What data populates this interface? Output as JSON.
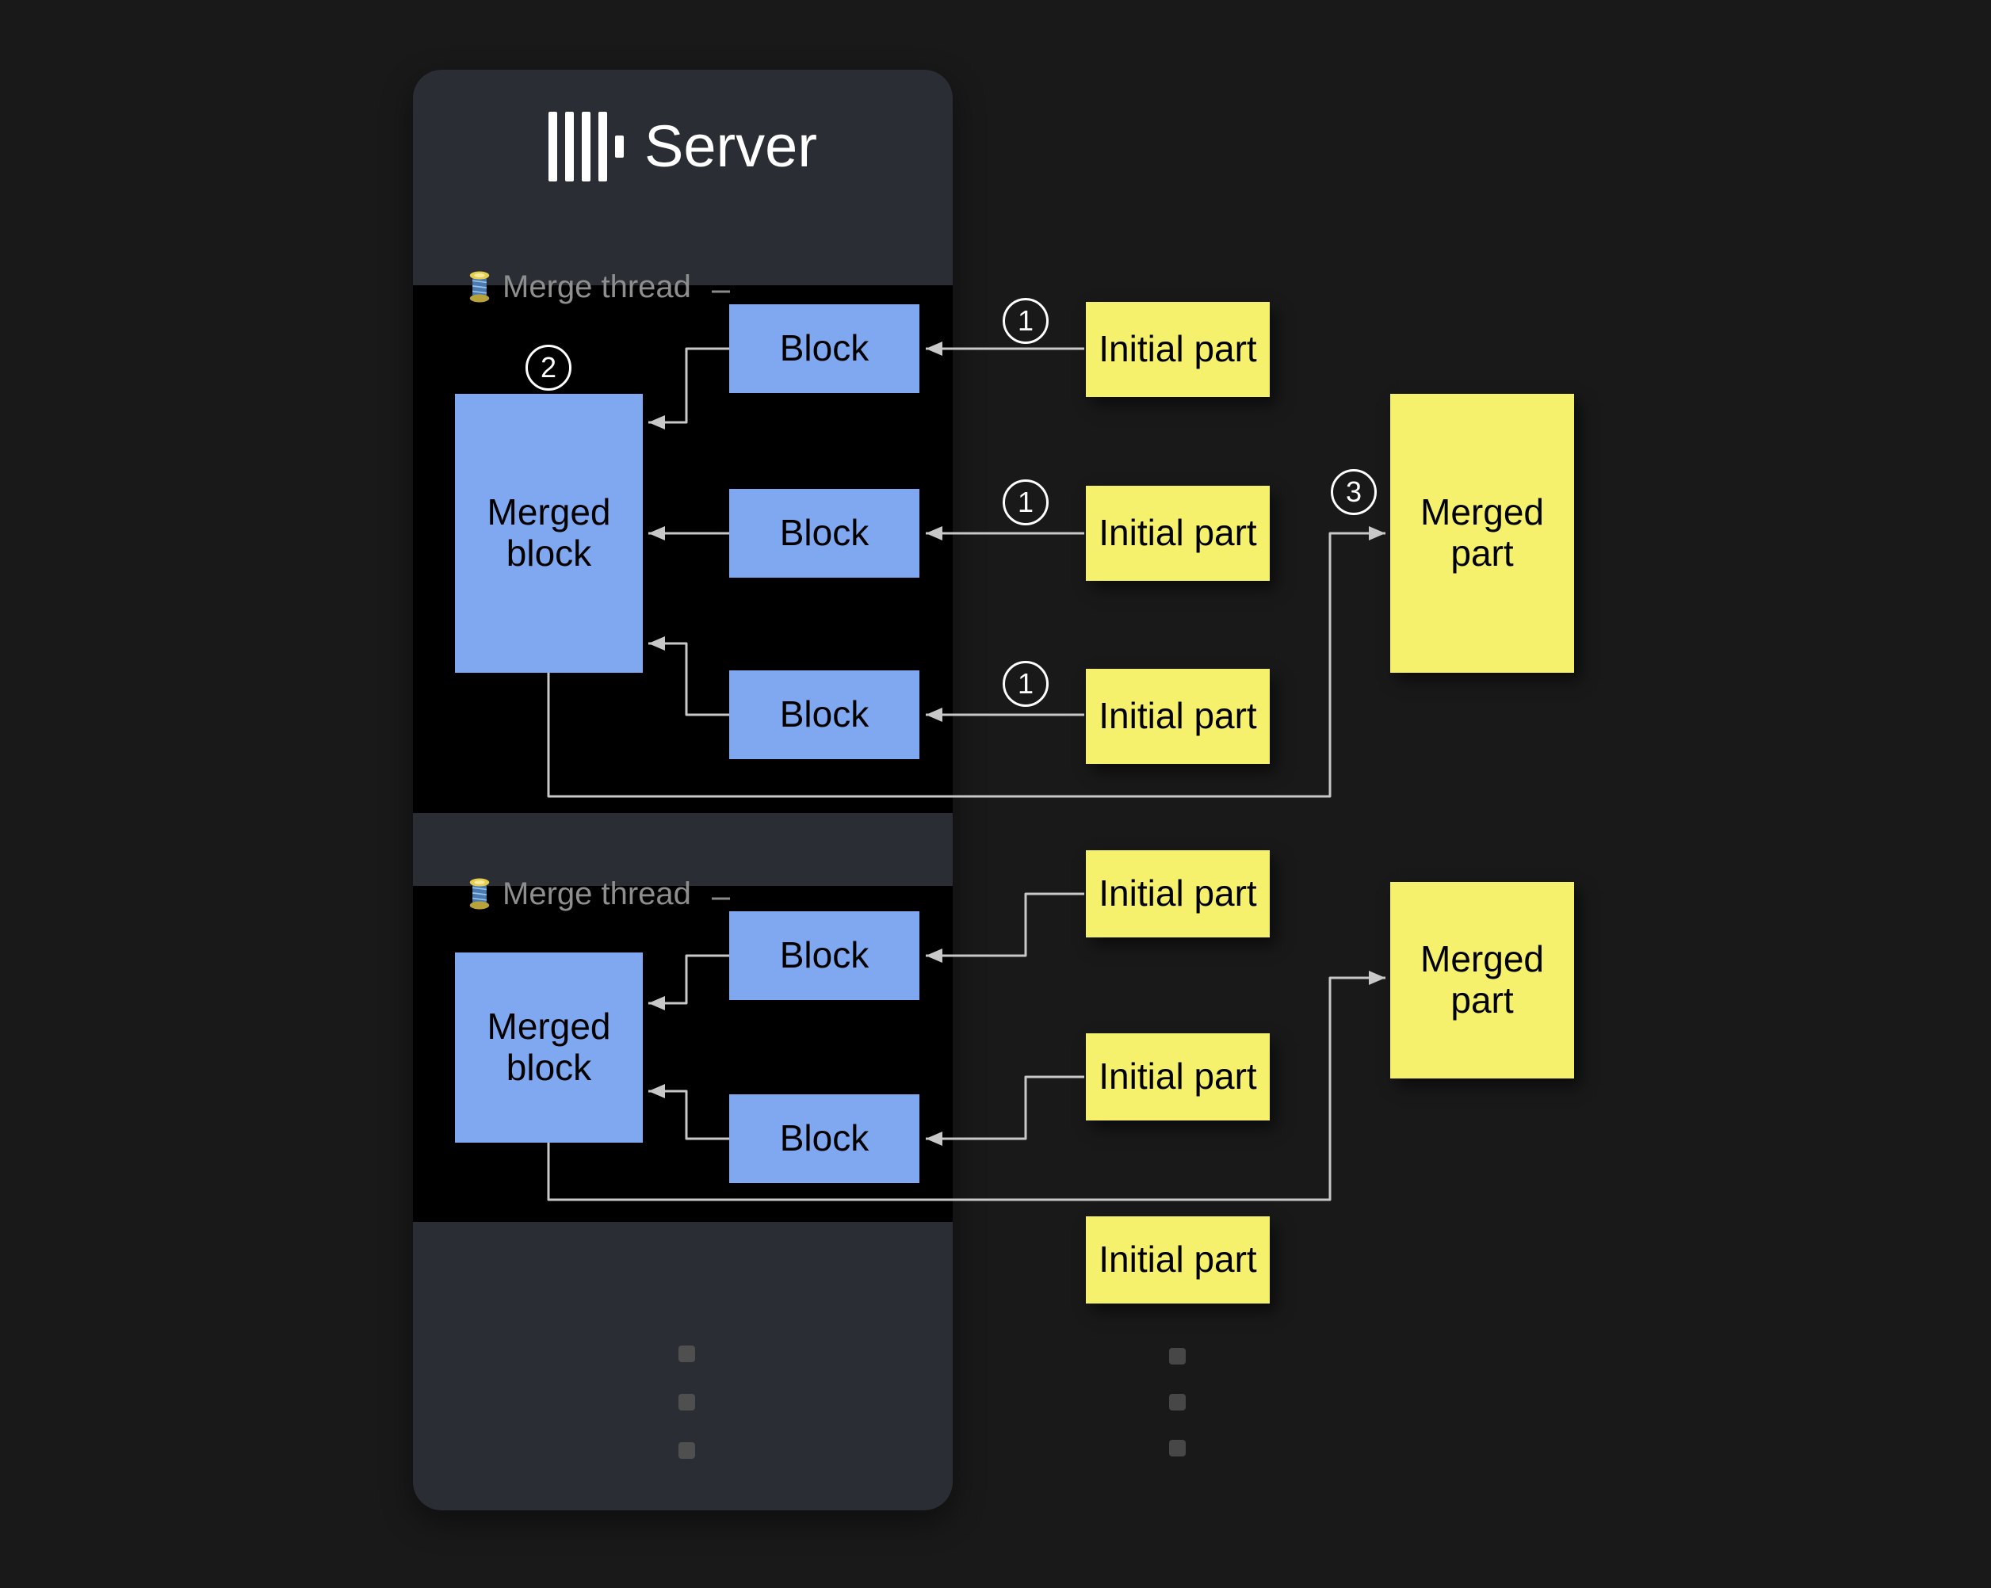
{
  "server": {
    "title": "Server",
    "logo_icon": "clickhouse-bars-icon",
    "panel_color": "#2a2d34"
  },
  "threads": {
    "t1": {
      "icon": "thread-spool-icon",
      "label": "Merge thread",
      "merged_block_label": "Merged block",
      "blocks": [
        "Block",
        "Block",
        "Block"
      ]
    },
    "t2": {
      "icon": "thread-spool-icon",
      "label": "Merge thread",
      "merged_block_label": "Merged block",
      "blocks": [
        "Block",
        "Block"
      ]
    }
  },
  "initial_parts": [
    {
      "label": "Initial part"
    },
    {
      "label": "Initial part"
    },
    {
      "label": "Initial part"
    },
    {
      "label": "Initial part"
    },
    {
      "label": "Initial part"
    },
    {
      "label": "Initial part"
    }
  ],
  "merged_parts": [
    {
      "label": "Merged part"
    },
    {
      "label": "Merged part"
    }
  ],
  "steps": {
    "one": "1",
    "two": "2",
    "three": "3"
  },
  "colors": {
    "background": "#191919",
    "server_panel": "#2a2d34",
    "thread_background": "#000000",
    "block_fill": "#7fa8f0",
    "part_fill": "#f6f16c",
    "arrow": "#c8c8c8",
    "thread_label_text": "#8e8e8e"
  }
}
